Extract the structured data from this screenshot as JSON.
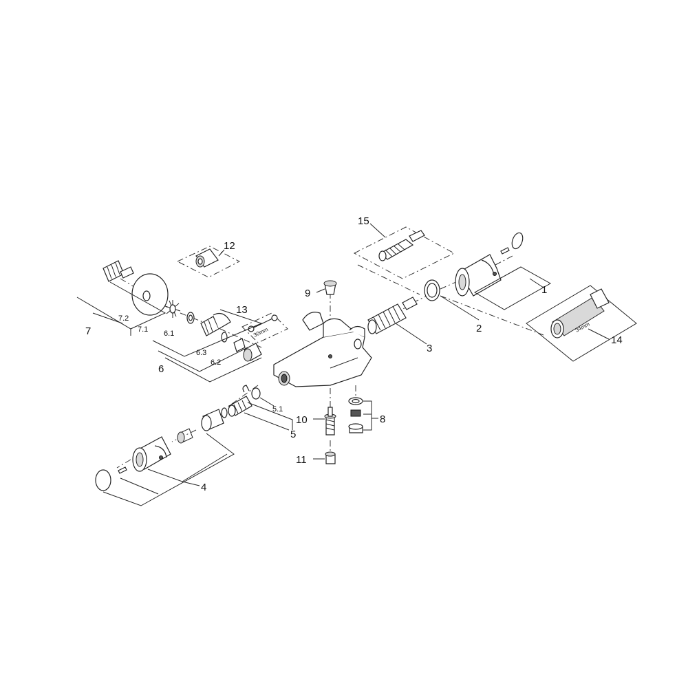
{
  "callouts": {
    "c1": "1",
    "c2": "2",
    "c3": "3",
    "c4": "4",
    "c5": "5",
    "c5_1": "5.1",
    "c6": "6",
    "c6_1": "6.1",
    "c6_2": "6.2",
    "c6_3": "6.3",
    "c7": "7",
    "c7_1": "7.1",
    "c7_2": "7.2",
    "c8": "8",
    "c9": "9",
    "c10": "10",
    "c11": "11",
    "c12": "12",
    "c13": "13",
    "c14": "14",
    "c15": "15"
  },
  "annotations": {
    "torque": "30mm",
    "wrench_size": "34mm"
  }
}
